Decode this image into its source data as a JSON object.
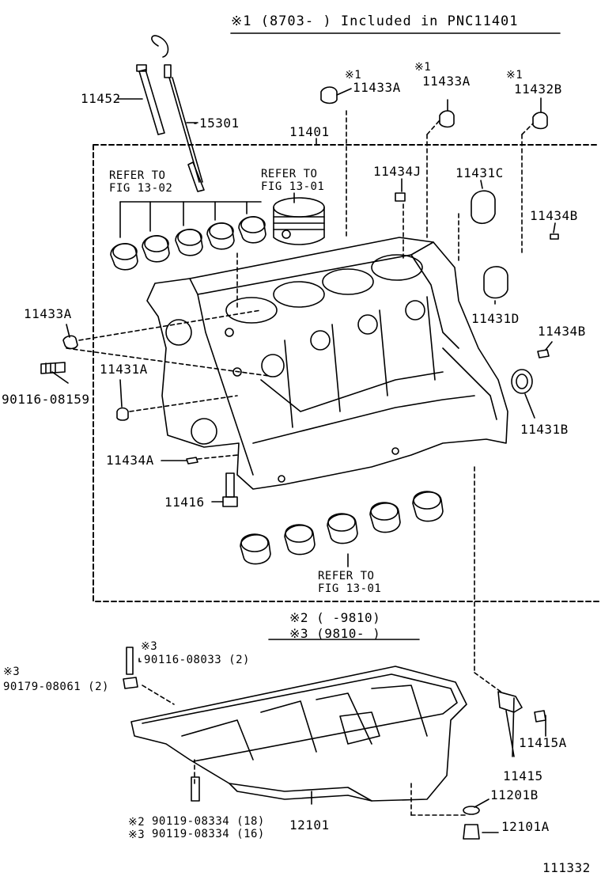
{
  "header": {
    "note": "※1 (8703-     ) Included in PNC11401"
  },
  "parts": {
    "p11452": "11452",
    "p15301": "15301",
    "p11401": "11401",
    "p11433A_top": "11433A",
    "p11433A_mid": "11433A",
    "p11432B": "11432B",
    "p11433A_left": "11433A",
    "p11434J": "11434J",
    "p11431C": "11431C",
    "p11434B_1": "11434B",
    "p11431D": "11431D",
    "p11434B_2": "11434B",
    "p11431A": "11431A",
    "p11431B": "11431B",
    "p11434A": "11434A",
    "p11416": "11416",
    "p90116_08159": "90116-08159",
    "p90116_08033": "90116-08033 (2)",
    "p90179_08061": "90179-08061 (2)",
    "p12101": "12101",
    "p11415A": "11415A",
    "p11415": "11415",
    "p11201B": "11201B",
    "p12101A": "12101A",
    "p90119_18": "90119-08334 (18)",
    "p90119_16": "90119-08334 (16)"
  },
  "marks": {
    "m1a": "※1",
    "m1b": "※1",
    "m1c": "※1",
    "m3a": "※3",
    "m3b": "※3",
    "m2": "※2",
    "m3c": "※3"
  },
  "refs": {
    "fig1302_a": "REFER TO",
    "fig1302_b": "FIG 13-02",
    "fig1301_a": "REFER TO",
    "fig1301_b": "FIG 13-01",
    "fig1301_c": "REFER TO",
    "fig1301_d": "FIG 13-01"
  },
  "variants": {
    "v2": "※2 (      -9810)",
    "v3": "※3 (9810-      )"
  },
  "footer": {
    "id": "111332"
  }
}
